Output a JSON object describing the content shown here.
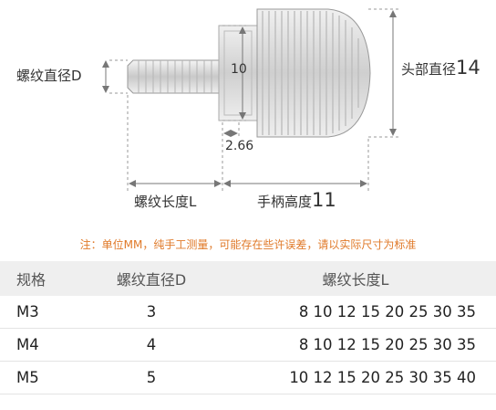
{
  "diagram": {
    "labels": {
      "thread_diameter": "螺纹直径D",
      "head_diameter_text": "头部直径",
      "head_diameter_value": "14",
      "dim_10": "10",
      "dim_266": "2.66",
      "thread_length": "螺纹长度L",
      "handle_height_text": "手柄高度",
      "handle_height_value": "11"
    }
  },
  "note": "注：单位MM，纯手工测量，可能存在些许误差，请以实际尺寸为标准",
  "table": {
    "headers": [
      "规格",
      "螺纹直径D",
      "螺纹长度L"
    ],
    "rows": [
      {
        "spec": "M3",
        "diameter": "3",
        "lengths": "8 10 12 15 20 25 30 35"
      },
      {
        "spec": "M4",
        "diameter": "4",
        "lengths": "8 10 12 15 20 25 30 35"
      },
      {
        "spec": "M5",
        "diameter": "5",
        "lengths": "10 12 15 20 25 30 35 40"
      }
    ]
  }
}
